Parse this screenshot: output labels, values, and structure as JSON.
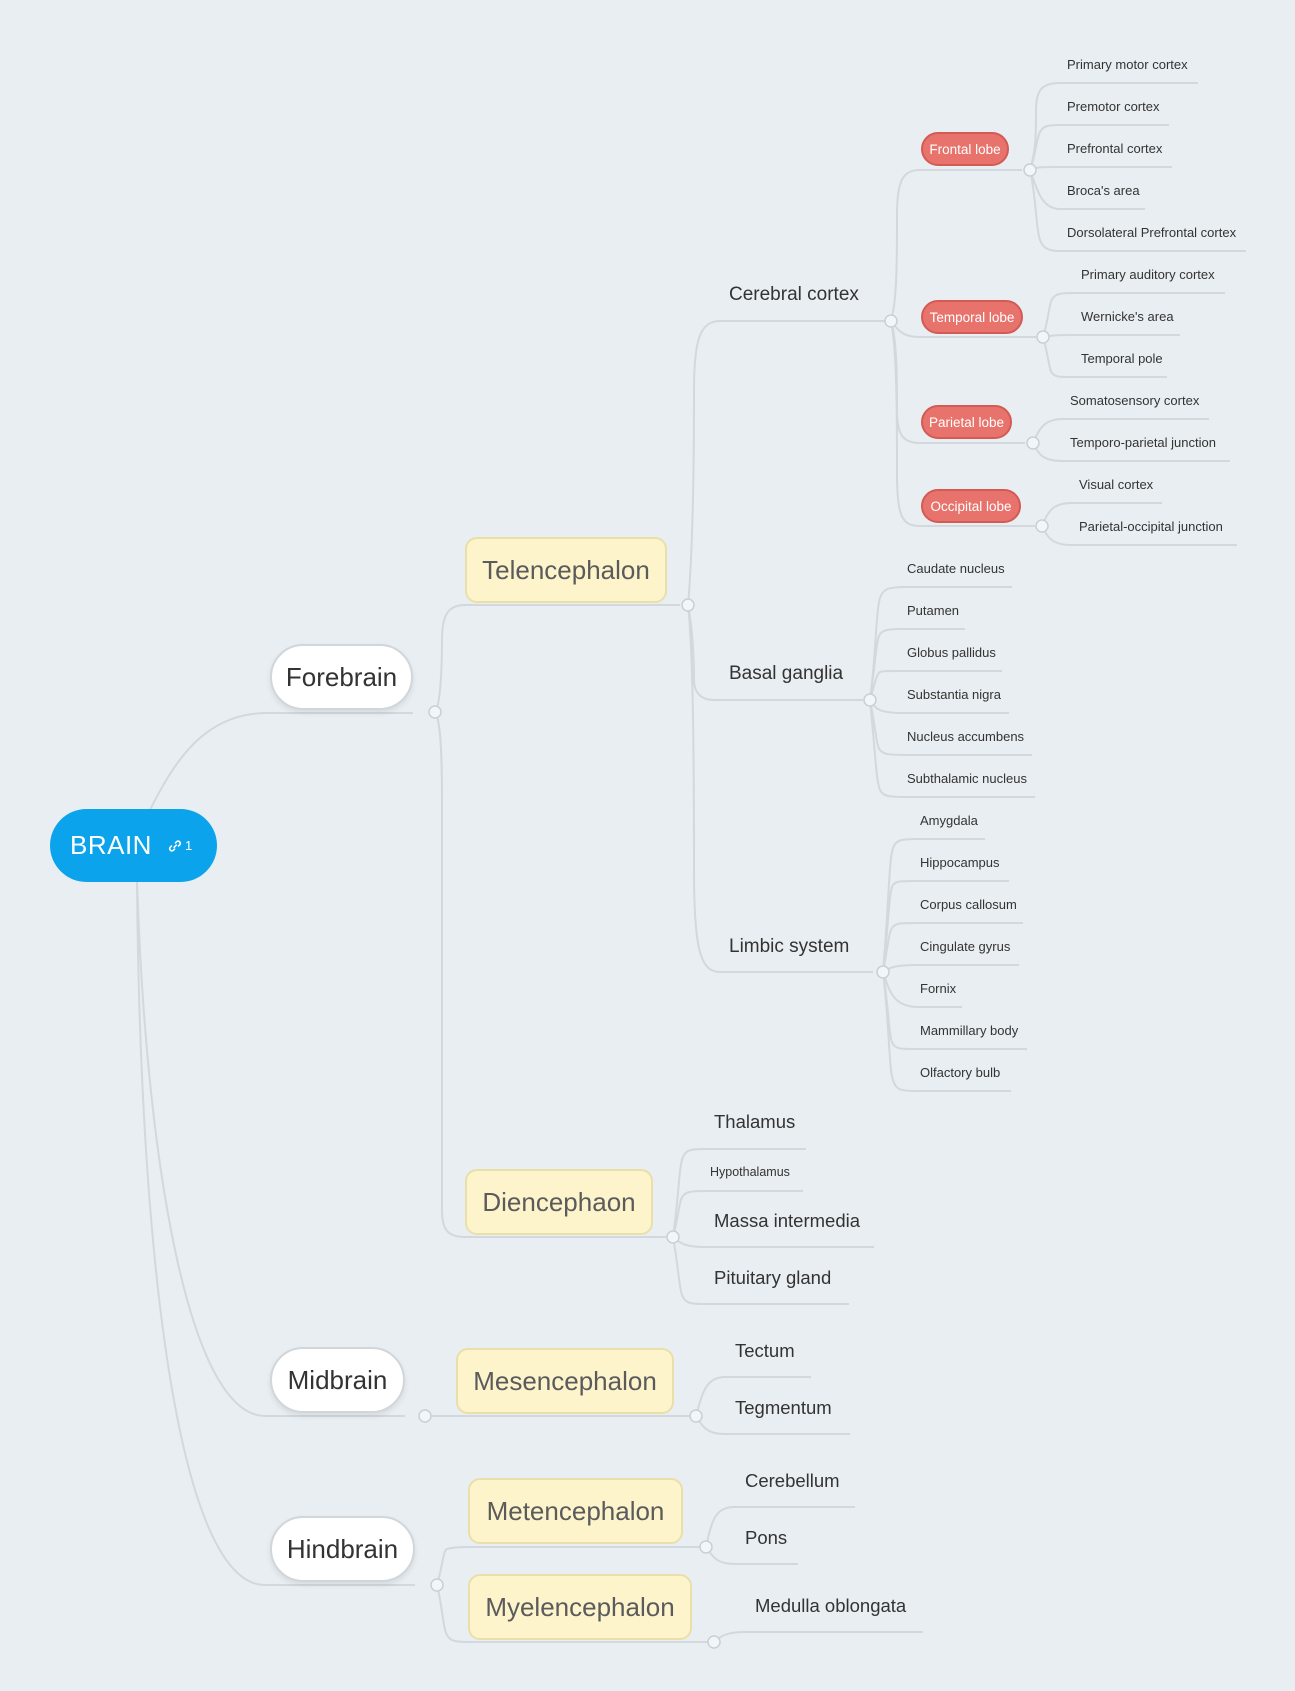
{
  "root": {
    "label": "BRAIN",
    "link_count": "1"
  },
  "level1": {
    "forebrain": "Forebrain",
    "midbrain": "Midbrain",
    "hindbrain": "Hindbrain"
  },
  "level2": {
    "telencephalon": "Telencephalon",
    "diencephalon": "Diencephaon",
    "mesencephalon": "Mesencephalon",
    "metencephalon": "Metencephalon",
    "myelencephalon": "Myelencephalon"
  },
  "telencephalon": {
    "cerebral_cortex": "Cerebral cortex",
    "basal_ganglia": "Basal ganglia",
    "limbic_system": "Limbic system"
  },
  "lobes": {
    "frontal": "Frontal lobe",
    "temporal": "Temporal lobe",
    "parietal": "Parietal lobe",
    "occipital": "Occipital lobe"
  },
  "frontal_items": [
    "Primary motor cortex",
    "Premotor cortex",
    "Prefrontal cortex",
    "Broca's area",
    "Dorsolateral Prefrontal cortex"
  ],
  "temporal_items": [
    "Primary auditory cortex",
    "Wernicke's area",
    "Temporal pole"
  ],
  "parietal_items": [
    "Somatosensory cortex",
    "Temporo-parietal junction"
  ],
  "occipital_items": [
    "Visual cortex",
    "Parietal-occipital junction"
  ],
  "basal_ganglia_items": [
    "Caudate nucleus",
    "Putamen",
    "Globus pallidus",
    "Substantia nigra",
    "Nucleus accumbens",
    "Subthalamic nucleus"
  ],
  "limbic_items": [
    "Amygdala",
    "Hippocampus",
    "Corpus callosum",
    "Cingulate gyrus",
    "Fornix",
    "Mammillary body",
    "Olfactory bulb"
  ],
  "diencephalon_items": [
    "Thalamus",
    "Hypothalamus",
    "Massa intermedia",
    "Pituitary gland"
  ],
  "mesencephalon_items": [
    "Tectum",
    "Tegmentum"
  ],
  "metencephalon_items": [
    "Cerebellum",
    "Pons"
  ],
  "myelencephalon_items": [
    "Medulla oblongata"
  ],
  "colors": {
    "background": "#e8eef2",
    "root": "#0aa3ec",
    "lobe": "#e8736c",
    "level2_fill": "#fdf4cc",
    "line": "#d2d8dc"
  }
}
